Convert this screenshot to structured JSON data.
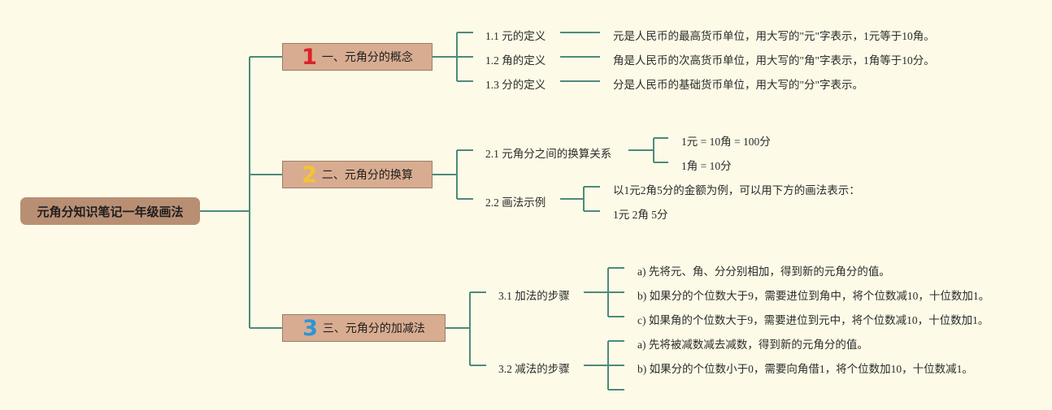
{
  "root": "元角分知识笔记一年级画法",
  "colors": {
    "line": "#4e8a7c",
    "num1": "#d9232a",
    "num2": "#f4c531",
    "num3": "#2b95d6"
  },
  "sections": [
    {
      "number": "1",
      "title": "一、元角分的概念",
      "items": [
        {
          "label": "1.1 元的定义",
          "details": [
            "元是人民币的最高货币单位，用大写的\"元\"字表示，1元等于10角。"
          ]
        },
        {
          "label": "1.2 角的定义",
          "details": [
            "角是人民币的次高货币单位，用大写的\"角\"字表示，1角等于10分。"
          ]
        },
        {
          "label": "1.3 分的定义",
          "details": [
            "分是人民币的基础货币单位，用大写的\"分\"字表示。"
          ]
        }
      ]
    },
    {
      "number": "2",
      "title": "二、元角分的换算",
      "items": [
        {
          "label": "2.1 元角分之间的换算关系",
          "details": [
            "1元 = 10角 = 100分",
            "1角 = 10分"
          ]
        },
        {
          "label": "2.2 画法示例",
          "details": [
            "以1元2角5分的金额为例，可以用下方的画法表示：",
            "1元 2角 5分"
          ]
        }
      ]
    },
    {
      "number": "3",
      "title": "三、元角分的加减法",
      "items": [
        {
          "label": "3.1 加法的步骤",
          "details": [
            "a) 先将元、角、分分别相加，得到新的元角分的值。",
            "b) 如果分的个位数大于9，需要进位到角中，将个位数减10，十位数加1。",
            "c) 如果角的个位数大于9，需要进位到元中，将个位数减10，十位数加1。"
          ]
        },
        {
          "label": "3.2 减法的步骤",
          "details": [
            "a) 先将被减数减去减数，得到新的元角分的值。",
            "b) 如果分的个位数小于0，需要向角借1，将个位数加10，十位数减1。",
            ""
          ]
        }
      ]
    }
  ]
}
